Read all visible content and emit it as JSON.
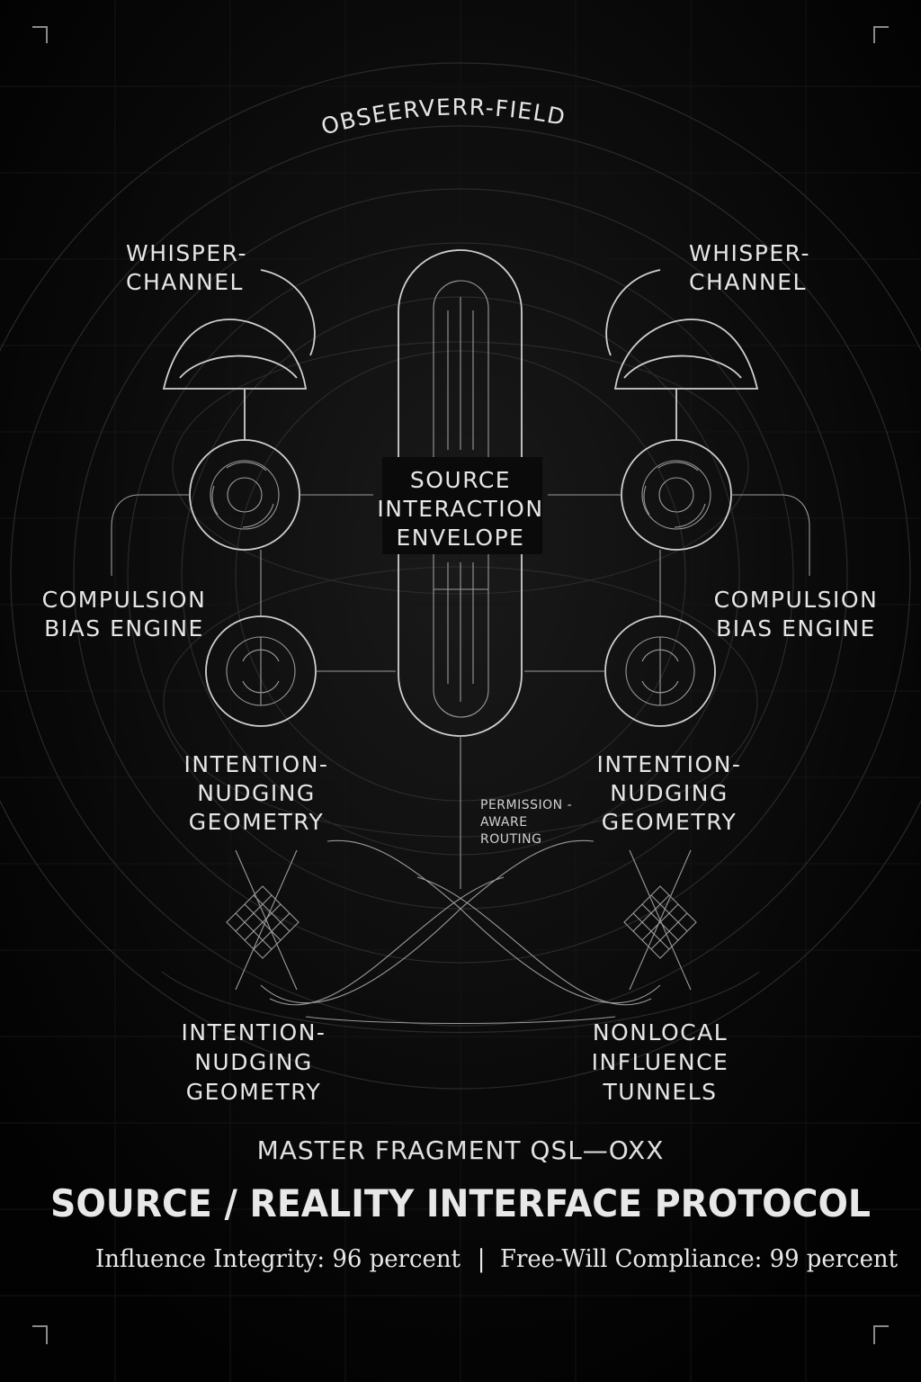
{
  "diagram": {
    "top_arc_label": "OBSEERVERR-FIELD",
    "whisper_left": [
      "WHISPER-",
      "CHANNEL"
    ],
    "whisper_right": [
      "WHISPER-",
      "CHANNEL"
    ],
    "core_label": [
      "SOURCE",
      "INTERACTION",
      "ENVELOPE"
    ],
    "compulsion_left": [
      "COMPULSION",
      "BIAS ENGINE"
    ],
    "compulsion_right": [
      "COMPULSION",
      "BIAS ENGINE"
    ],
    "intention_left": [
      "INTENTION-",
      "NUDGING",
      "GEOMETRY"
    ],
    "intention_right": [
      "INTENTION-",
      "NUDGING",
      "GEOMETRY"
    ],
    "routing_label": [
      "PERMISSION -",
      "AWARE",
      "ROUTING"
    ],
    "intention_bottom": [
      "INTENTION-",
      "NUDGING",
      "GEOMETRY"
    ],
    "tunnels_label": [
      "NONLOCAL",
      "INFLUENCE",
      "TUNNELS"
    ]
  },
  "footer": {
    "fragment": "MASTER FRAGMENT QSL—OXX",
    "title": "SOURCE / REALITY INTERFACE PROTOCOL",
    "metric_1": "Influence Integrity: 96 percent",
    "separator": "|",
    "metric_2": "Free-Will Compliance: 99 percent"
  },
  "colors": {
    "background": "#050505",
    "line": "#cfcfcf",
    "text": "#e6e6e6"
  }
}
